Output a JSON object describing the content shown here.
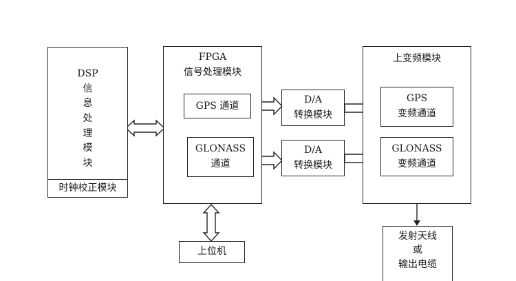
{
  "dsp": {
    "label": "DSP\n信\n息\n处\n理\n模\n块",
    "clock": "时钟校正模块"
  },
  "fpga": {
    "title": "FPGA\n信号处理模块",
    "gps_channel": "GPS 通道",
    "glonass_channel": "GLONASS\n通道"
  },
  "da_top": "D/A\n转换模块",
  "da_bottom": "D/A\n转换模块",
  "upconv": {
    "title": "上变频模块",
    "gps": "GPS\n变频通道",
    "glonass": "GLONASS\n变频通道"
  },
  "host": "上位机",
  "output": "发射天线\n或\n输出电缆"
}
